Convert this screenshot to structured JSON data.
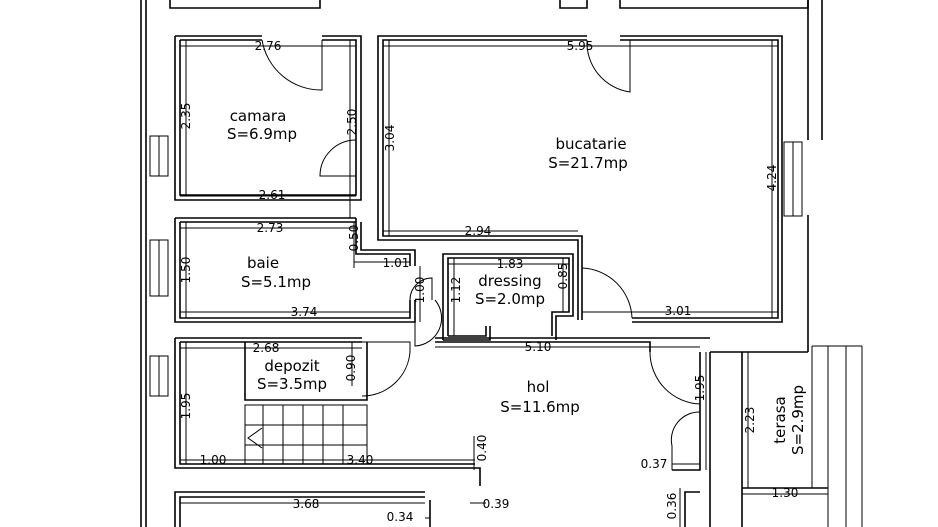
{
  "rooms": {
    "camara": {
      "name": "camara",
      "area": "S=6.9mp"
    },
    "bucatarie": {
      "name": "bucatarie",
      "area": "S=21.7mp"
    },
    "baie": {
      "name": "baie",
      "area": "S=5.1mp"
    },
    "dressing": {
      "name": "dressing",
      "area": "S=2.0mp"
    },
    "depozit": {
      "name": "depozit",
      "area": "S=3.5mp"
    },
    "hol": {
      "name": "hol",
      "area": "S=11.6mp"
    },
    "terasa": {
      "name": "terasa",
      "area": "S=2.9mp"
    }
  },
  "dimensions": {
    "camara_width_top": "2.76",
    "camara_width_bottom": "2.61",
    "camara_height": "2.35",
    "camara_right_height": "2.50",
    "bucatarie_width_top": "5.95",
    "bucatarie_height_left": "3.04",
    "bucatarie_height_right": "4.24",
    "bucatarie_width_mid": "2.94",
    "bucatarie_width_bottom": "3.01",
    "baie_width_top": "2.73",
    "baie_width_bottom": "3.74",
    "baie_height": "1.50",
    "baie_offset": "0.50",
    "baie_step": "1.01",
    "baie_door": "1.00",
    "dressing_width": "1.83",
    "dressing_height_left": "1.12",
    "dressing_height_right": "0.85",
    "hol_width": "5.10",
    "depozit_width": "2.68",
    "depozit_height": "0.90",
    "stair_height": "1.95",
    "stair_offset": "1.00",
    "stair_width": "3.40",
    "step_a": "0.40",
    "step_b": "0.39",
    "step_c": "0.34",
    "bottom_room_width": "3.68",
    "hol_right_height": "1.95",
    "terasa_height": "2.23",
    "terasa_width": "1.30",
    "door_offset": "0.37",
    "wall_bottom": "0.36"
  }
}
